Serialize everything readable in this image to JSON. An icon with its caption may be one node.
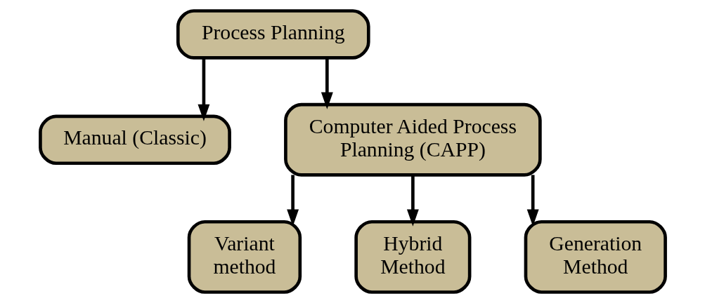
{
  "diagram": {
    "nodes": [
      {
        "text": [
          "Process Planning"
        ]
      },
      {
        "text": [
          "Manual (Classic)"
        ]
      },
      {
        "text": [
          "Computer Aided Process Planning (CAPP)"
        ]
      },
      {
        "text": [
          "Variant method"
        ]
      },
      {
        "text": [
          "Hybrid Method"
        ]
      },
      {
        "text": [
          "Generation Method"
        ]
      }
    ],
    "edges": [
      {
        "from": 0,
        "to": 1,
        "arrow": "to"
      },
      {
        "from": 0,
        "to": 2,
        "arrow": "to"
      },
      {
        "from": 2,
        "to": 3,
        "arrow": "to"
      },
      {
        "from": 2,
        "to": 4,
        "arrow": "to"
      },
      {
        "from": 2,
        "to": 5,
        "arrow": "to"
      }
    ]
  }
}
